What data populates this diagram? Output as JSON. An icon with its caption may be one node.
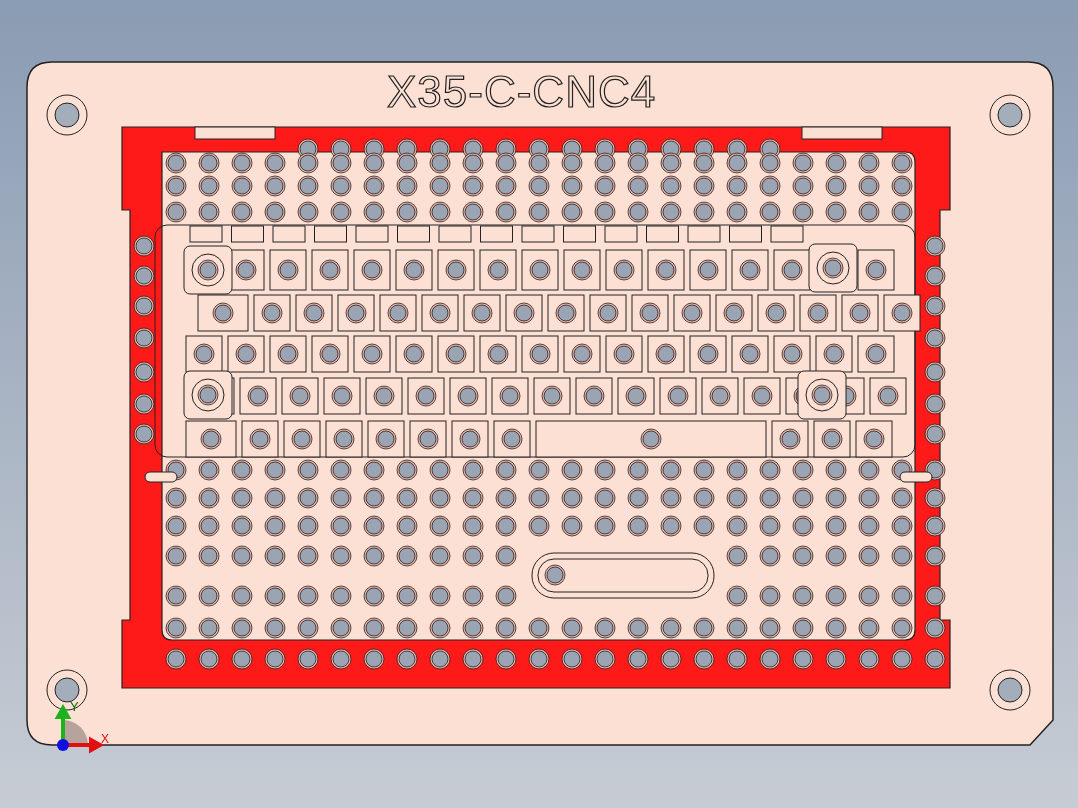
{
  "diagram": {
    "labels": [
      "X35-C-CNC4",
      "Y",
      "X"
    ]
  }
}
